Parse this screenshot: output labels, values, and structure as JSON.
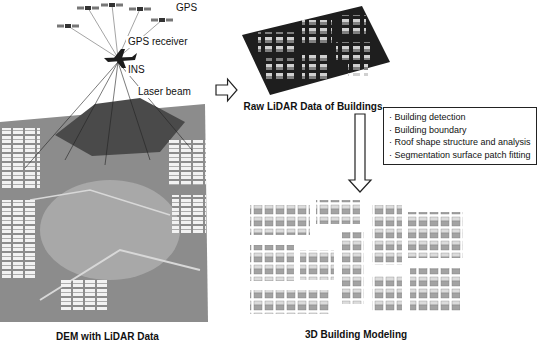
{
  "diagram": {
    "nodes": [
      {
        "text": [
          "DEM with LiDAR Data"
        ]
      },
      {
        "text": [
          "Raw LiDAR Data of Buildings"
        ]
      },
      {
        "text": [
          "3D Building Modeling"
        ]
      },
      {
        "text": [
          "· Building detection",
          "· Building boundary",
          "· Roof shape structure and analysis",
          "· Segmentation surface patch fitting"
        ]
      }
    ],
    "edges": [
      {
        "from": 0,
        "to": 1,
        "arrow": "to"
      },
      {
        "from": 1,
        "to": 2,
        "arrow": "to"
      }
    ],
    "labels": [
      "GPS",
      "GPS receiver",
      "INS",
      "Laser beam"
    ]
  }
}
